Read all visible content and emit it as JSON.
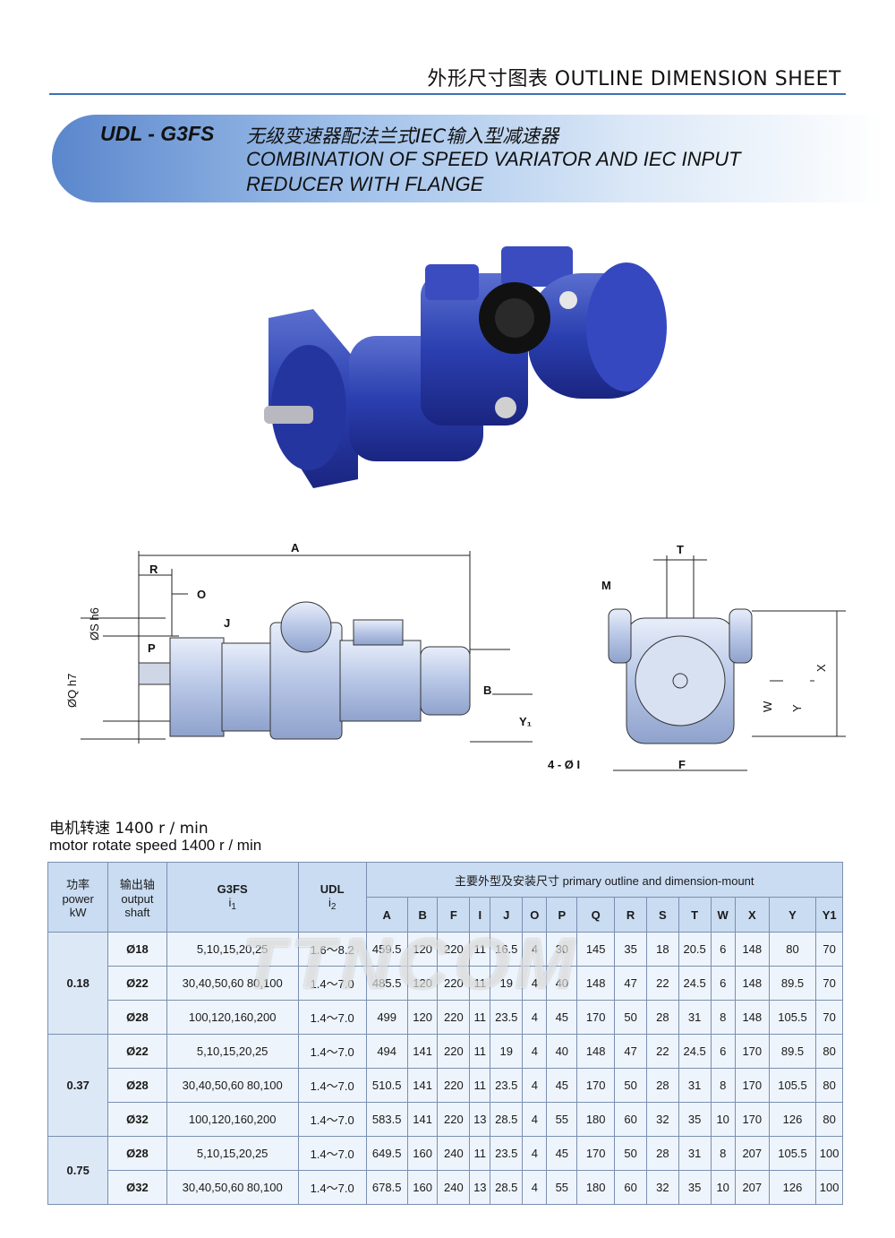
{
  "header": {
    "title": "外形尺寸图表   OUTLINE DIMENSION SHEET"
  },
  "banner": {
    "model": "UDL - G3FS",
    "title_cn": "无级变速器配法兰式IEC输入型减速器",
    "title_en_line1": "COMBINATION OF SPEED VARIATOR  AND IEC INPUT",
    "title_en_line2": "REDUCER  WITH FLANGE"
  },
  "drawing": {
    "side_labels": {
      "A": "A",
      "R": "R",
      "O": "O",
      "S": "ØS h6",
      "J": "J",
      "P": "P",
      "Q": "ØQ h7",
      "B": "B",
      "Y1": "Y₁"
    },
    "end_labels": {
      "T": "T",
      "M": "M",
      "X": "X",
      "W": "W",
      "Y": "Y",
      "holes": "4 - Ø I",
      "F": "F"
    }
  },
  "speed": {
    "cn": "电机转速 1400 r / min",
    "en": "motor rotate speed 1400 r / min"
  },
  "table": {
    "h_power": "功率\npower\nkW",
    "h_power_cn": "功率",
    "h_power_en": "power",
    "h_power_unit": "kW",
    "h_shaft_cn": "输出轴",
    "h_shaft_en1": "output",
    "h_shaft_en2": "shaft",
    "h_g3fs": "G3FS",
    "h_i1": "i",
    "h_i1_sub": "1",
    "h_udl": "UDL",
    "h_i2": "i",
    "h_i2_sub": "2",
    "h_dims": "主要外型及安装尺寸  primary outline and dimension-mount",
    "dim_cols": [
      "A",
      "B",
      "F",
      "I",
      "J",
      "O",
      "P",
      "Q",
      "R",
      "S",
      "T",
      "W",
      "X",
      "Y",
      "Y1"
    ],
    "groups": [
      {
        "power": "0.18",
        "rows": [
          {
            "shaft": "Ø18",
            "i1": "5,10,15,20,25",
            "i2": "1.6～8.2",
            "v": [
              "459.5",
              "120",
              "220",
              "11",
              "16.5",
              "4",
              "30",
              "145",
              "35",
              "18",
              "20.5",
              "6",
              "148",
              "80",
              "70"
            ]
          },
          {
            "shaft": "Ø22",
            "i1": "30,40,50,60 80,100",
            "i2": "1.4～7.0",
            "v": [
              "485.5",
              "120",
              "220",
              "11",
              "19",
              "4",
              "40",
              "148",
              "47",
              "22",
              "24.5",
              "6",
              "148",
              "89.5",
              "70"
            ]
          },
          {
            "shaft": "Ø28",
            "i1": "100,120,160,200",
            "i2": "1.4～7.0",
            "v": [
              "499",
              "120",
              "220",
              "11",
              "23.5",
              "4",
              "45",
              "170",
              "50",
              "28",
              "31",
              "8",
              "148",
              "105.5",
              "70"
            ]
          }
        ]
      },
      {
        "power": "0.37",
        "rows": [
          {
            "shaft": "Ø22",
            "i1": "5,10,15,20,25",
            "i2": "1.4～7.0",
            "v": [
              "494",
              "141",
              "220",
              "11",
              "19",
              "4",
              "40",
              "148",
              "47",
              "22",
              "24.5",
              "6",
              "170",
              "89.5",
              "80"
            ]
          },
          {
            "shaft": "Ø28",
            "i1": "30,40,50,60 80,100",
            "i2": "1.4～7.0",
            "v": [
              "510.5",
              "141",
              "220",
              "11",
              "23.5",
              "4",
              "45",
              "170",
              "50",
              "28",
              "31",
              "8",
              "170",
              "105.5",
              "80"
            ]
          },
          {
            "shaft": "Ø32",
            "i1": "100,120,160,200",
            "i2": "1.4～7.0",
            "v": [
              "583.5",
              "141",
              "220",
              "13",
              "28.5",
              "4",
              "55",
              "180",
              "60",
              "32",
              "35",
              "10",
              "170",
              "126",
              "80"
            ]
          }
        ]
      },
      {
        "power": "0.75",
        "rows": [
          {
            "shaft": "Ø28",
            "i1": "5,10,15,20,25",
            "i2": "1.4～7.0",
            "v": [
              "649.5",
              "160",
              "240",
              "11",
              "23.5",
              "4",
              "45",
              "170",
              "50",
              "28",
              "31",
              "8",
              "207",
              "105.5",
              "100"
            ]
          },
          {
            "shaft": "Ø32",
            "i1": "30,40,50,60 80,100",
            "i2": "1.4～7.0",
            "v": [
              "678.5",
              "160",
              "240",
              "13",
              "28.5",
              "4",
              "55",
              "180",
              "60",
              "32",
              "35",
              "10",
              "207",
              "126",
              "100"
            ]
          }
        ]
      }
    ]
  },
  "watermark": "TTNCOM",
  "colors": {
    "accent": "#3d6fb6",
    "table_header": "#c9dcf2",
    "table_cell": "#eef4fb"
  }
}
